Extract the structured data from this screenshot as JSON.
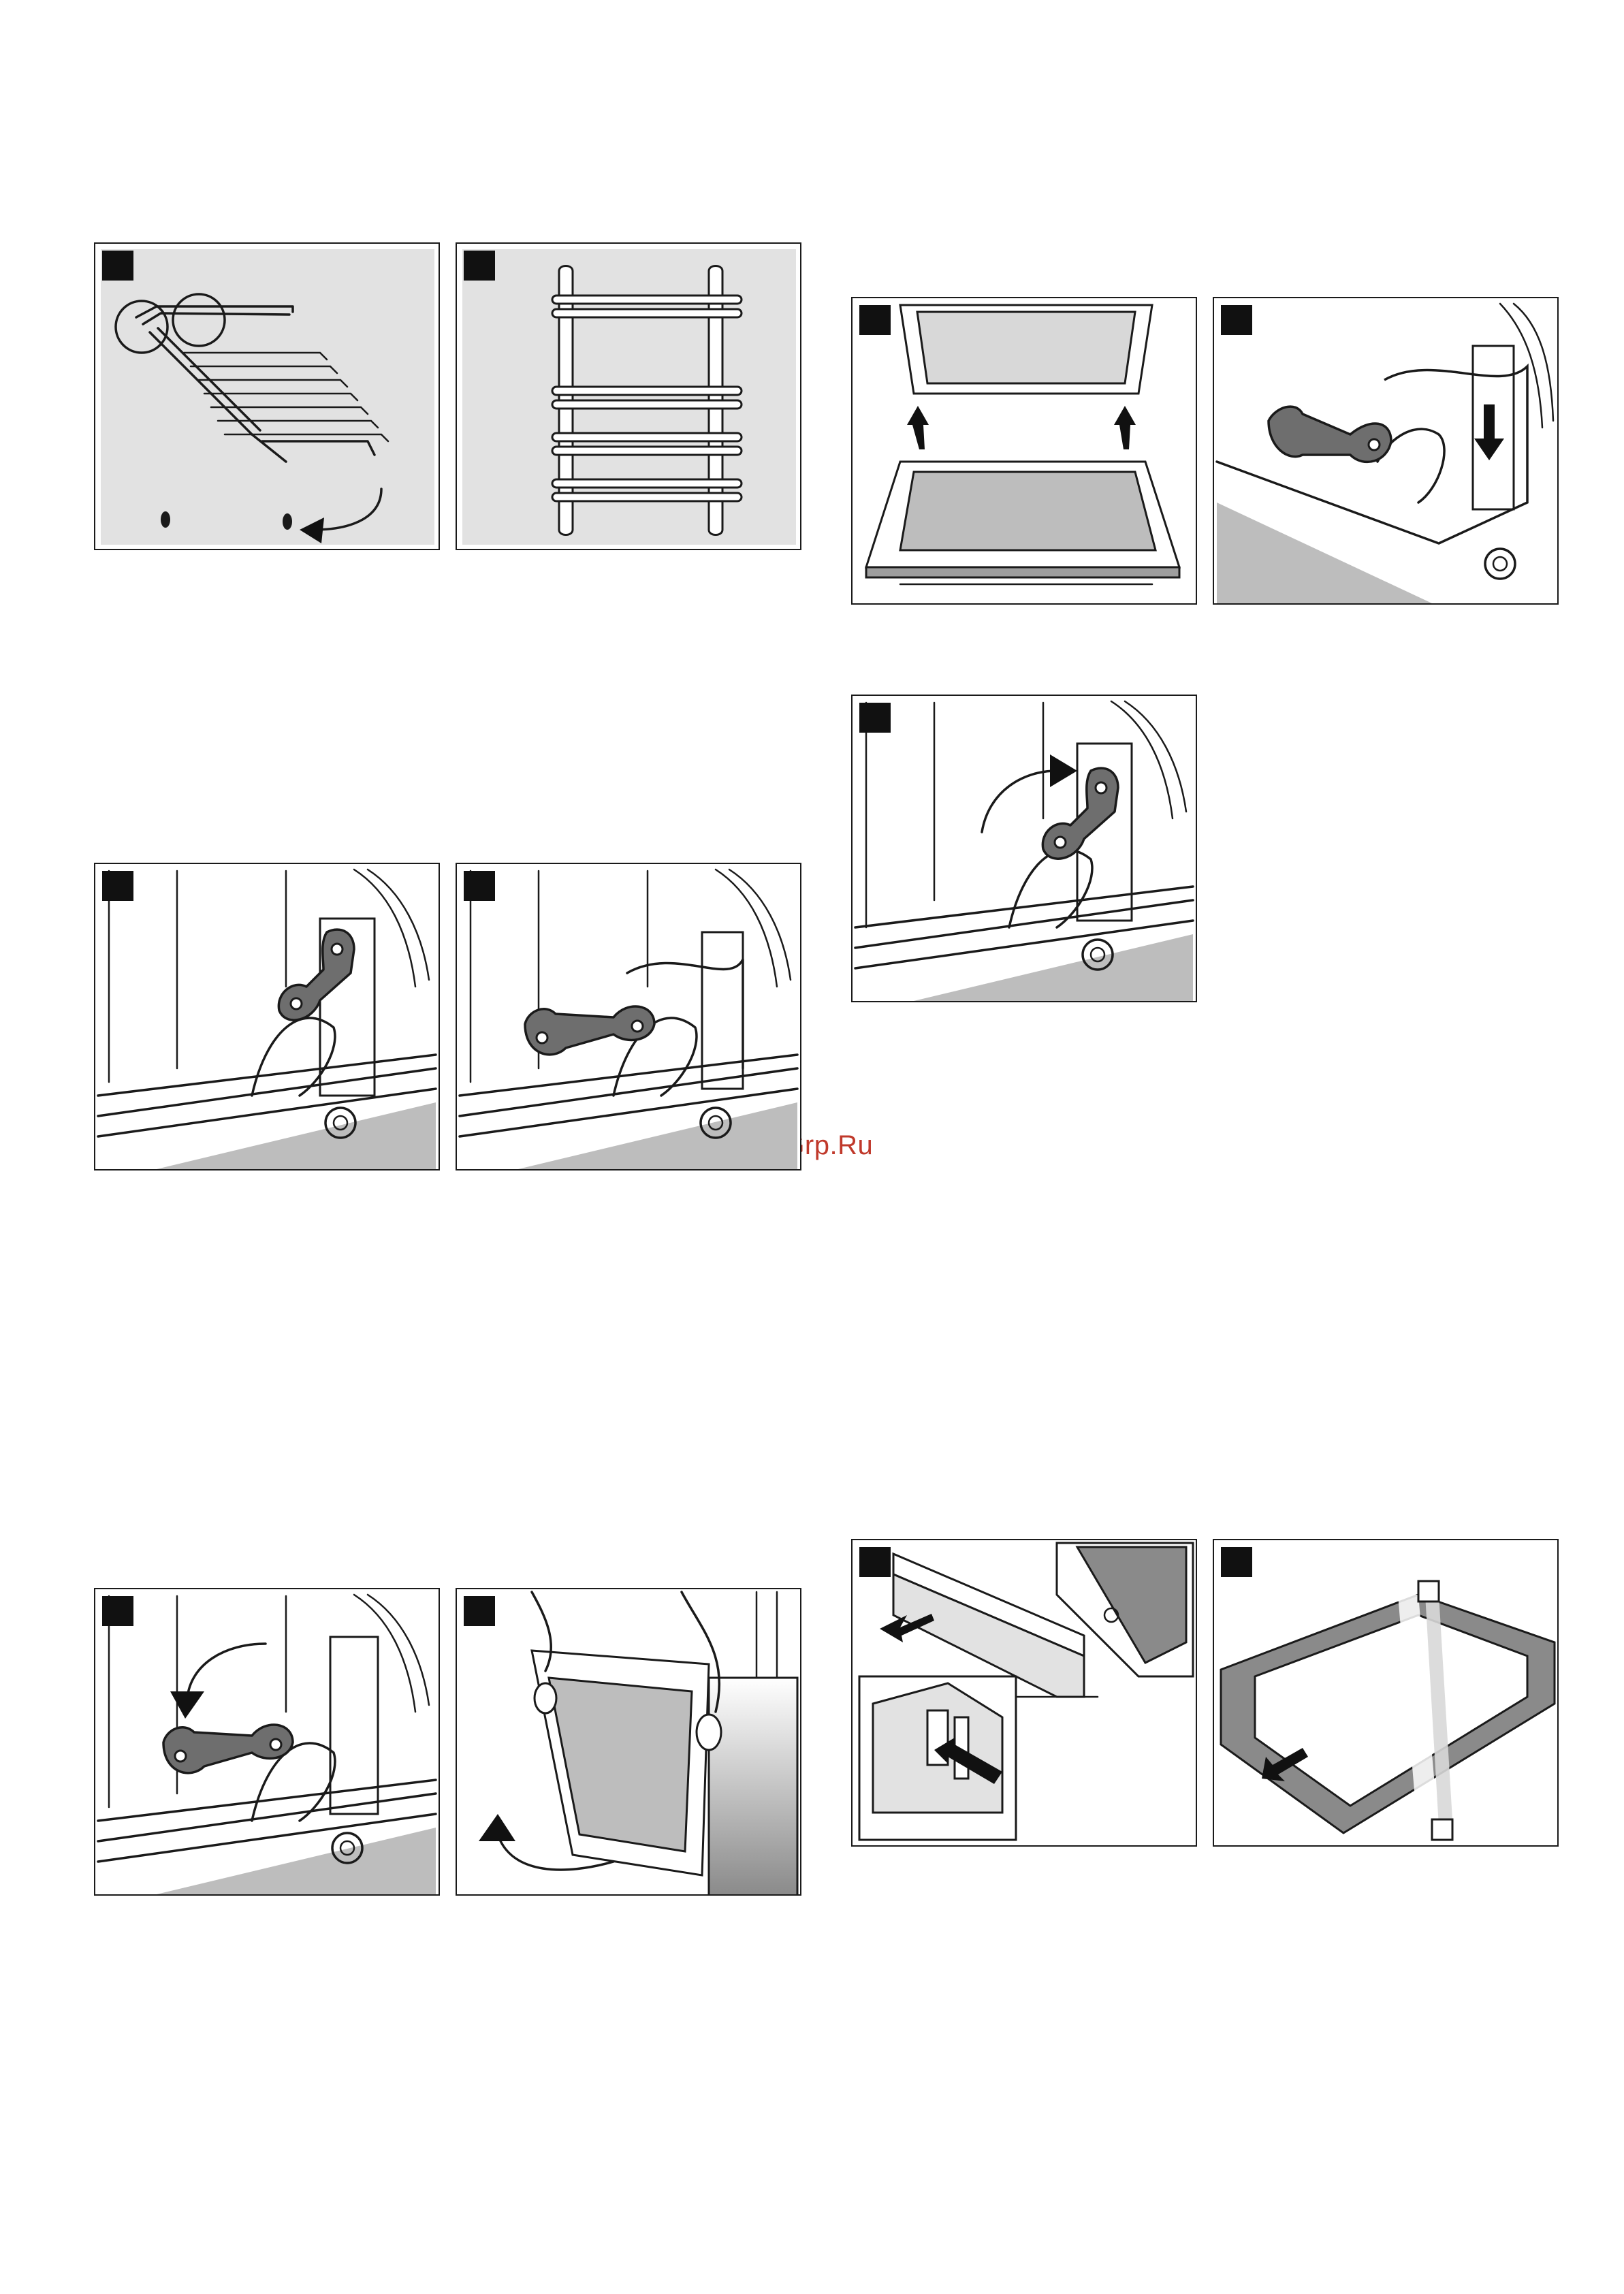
{
  "watermark": {
    "text": "McGrp.Ru",
    "color": "#c0392b"
  },
  "colors": {
    "frame": "#1a1a1a",
    "panel_gray": "#bdbdbd",
    "light_gray": "#e2e2e2",
    "lever": "#6e6e6e"
  },
  "figures": [
    {
      "id": "rack-removal",
      "icon": "rack-hook-icon"
    },
    {
      "id": "rack-front-view",
      "icon": "rack-icon"
    },
    {
      "id": "door-lift-off",
      "icon": "door-icon"
    },
    {
      "id": "hinge-slot-push",
      "icon": "hinge-icon"
    },
    {
      "id": "hinge-lever-fold-up",
      "icon": "hinge-icon"
    },
    {
      "id": "hinge-lever-closed",
      "icon": "hinge-icon"
    },
    {
      "id": "hinge-lever-open",
      "icon": "hinge-icon"
    },
    {
      "id": "hinge-lever-fold-down",
      "icon": "hinge-icon"
    },
    {
      "id": "door-removal-hands",
      "icon": "door-icon"
    },
    {
      "id": "door-cover-removal",
      "icon": "door-cover-icon"
    },
    {
      "id": "door-pane-removal",
      "icon": "glass-pane-icon"
    }
  ]
}
